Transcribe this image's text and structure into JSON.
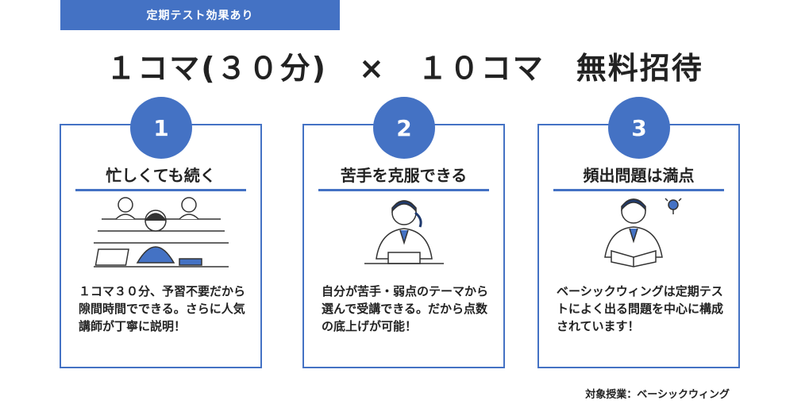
{
  "tag": "定期テスト効果あり",
  "headline": "１コマ(３０分)　×　１０コマ　無料招待",
  "cards": [
    {
      "number": "1",
      "title": "忙しくても続く",
      "text": "１コマ３０分、予習不要だから隙間時間でできる。さらに人気講師が丁寧に説明！"
    },
    {
      "number": "2",
      "title": "苦手を克服できる",
      "text": "自分が苦手・弱点のテーマから選んで受講できる。だから点数の底上げが可能！"
    },
    {
      "number": "3",
      "title": "頻出問題は満点",
      "text": "ベーシックウィングは定期テストによく出る問題を中心に構成されています！"
    }
  ],
  "footnote": "対象授業：ベーシックウィング",
  "colors": {
    "accent": "#4472c4",
    "text": "#222222",
    "background": "#ffffff"
  }
}
